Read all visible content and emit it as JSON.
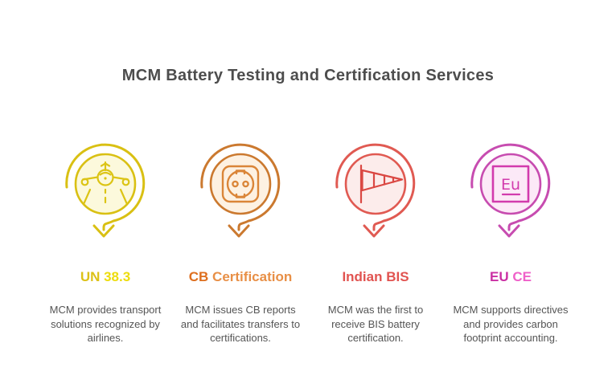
{
  "title": "MCM Battery Testing and Certification Services",
  "items": [
    {
      "id": "un-38-3",
      "icon": "airplane-runway-icon",
      "label": {
        "part1": "UN",
        "part2": " 38.3"
      },
      "description": "MCM provides transport solutions recognized by airlines.",
      "colors": {
        "ring": "#d9c013",
        "icon": "#dcc414",
        "tint": "#fcf9dc",
        "label1": "#dcc117",
        "label2": "#eddc0c"
      }
    },
    {
      "id": "cb-certification",
      "icon": "power-socket-icon",
      "label": {
        "part1": "CB",
        "part2": " Certification"
      },
      "description": "MCM issues CB reports and facilitates transfers to certifications.",
      "colors": {
        "ring": "#cb792f",
        "icon": "#da8538",
        "tint": "#fdf1e2",
        "label1": "#de6f1f",
        "label2": "#e88f46"
      }
    },
    {
      "id": "indian-bis",
      "icon": "windsock-icon",
      "label": {
        "part1": "Indian",
        "part2": " BIS"
      },
      "description": "MCM was the first to receive BIS battery certification.",
      "colors": {
        "ring": "#e05a52",
        "icon": "#da4843",
        "tint": "#fceceb",
        "label1": "#e15350",
        "label2": "#e15350"
      }
    },
    {
      "id": "eu-ce",
      "icon": "eu-element-icon",
      "icon_text": "Eu",
      "label": {
        "part1": "EU",
        "part2": " CE"
      },
      "description": "MCM supports directives and provides carbon footprint accounting.",
      "colors": {
        "ring": "#c74cb0",
        "icon": "#d23bad",
        "tint": "#fce9f7",
        "label1": "#ca2fa3",
        "label2": "#ef61c9"
      }
    }
  ]
}
